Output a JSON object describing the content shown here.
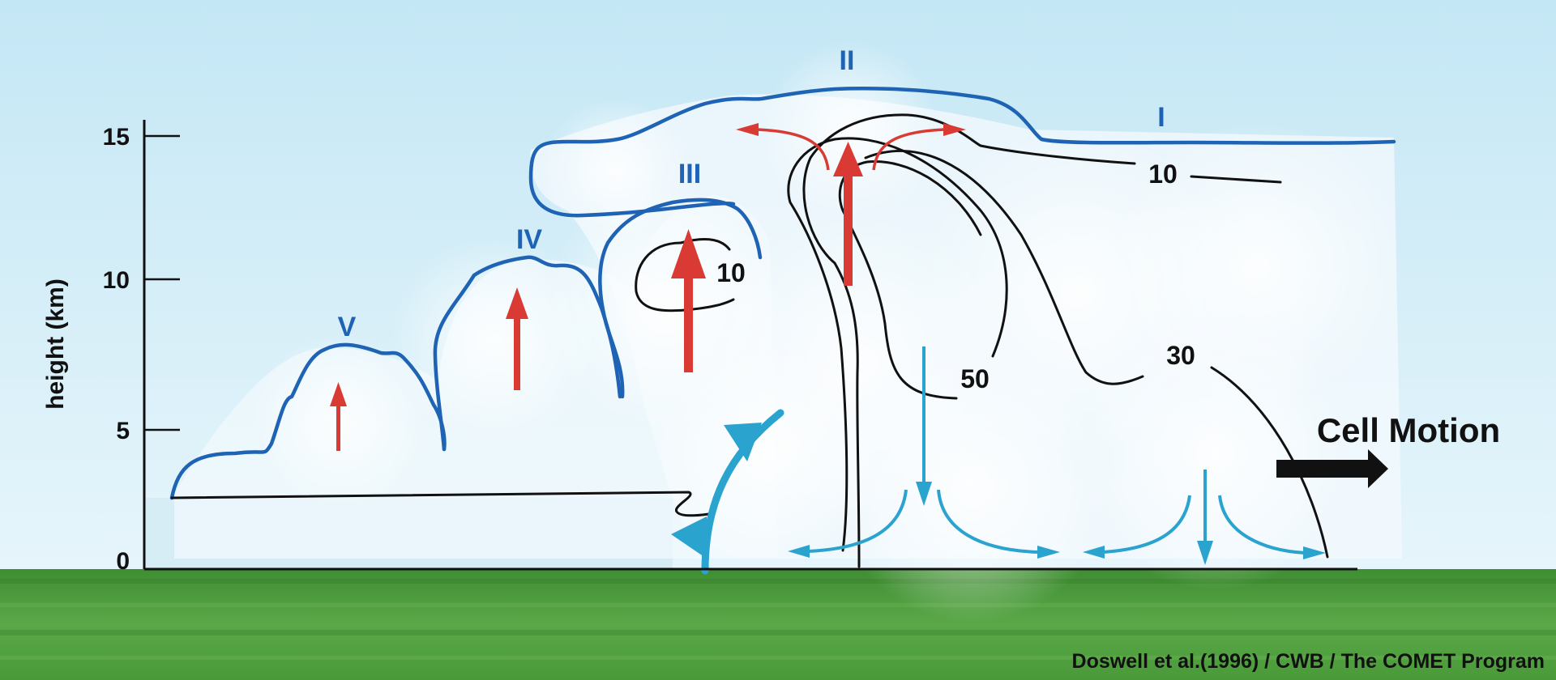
{
  "axis": {
    "title": "height (km)",
    "ticks": [
      "0",
      "5",
      "10",
      "15"
    ]
  },
  "stages": {
    "i": "I",
    "ii": "II",
    "iii": "III",
    "iv": "IV",
    "v": "V"
  },
  "contours": {
    "label_10_anvil": "10",
    "label_10_cell": "10",
    "label_30": "30",
    "label_50": "50"
  },
  "motion_label": "Cell Motion",
  "credit": "Doswell et al.(1996) / CWB / The COMET Program",
  "colors": {
    "sky": "#cde9f4",
    "ground": "#4e9a3c",
    "cloud_outline": "#1f63b5",
    "updraft": "#d93a34",
    "downdraft": "#2aa3cf",
    "contour": "#111111"
  }
}
